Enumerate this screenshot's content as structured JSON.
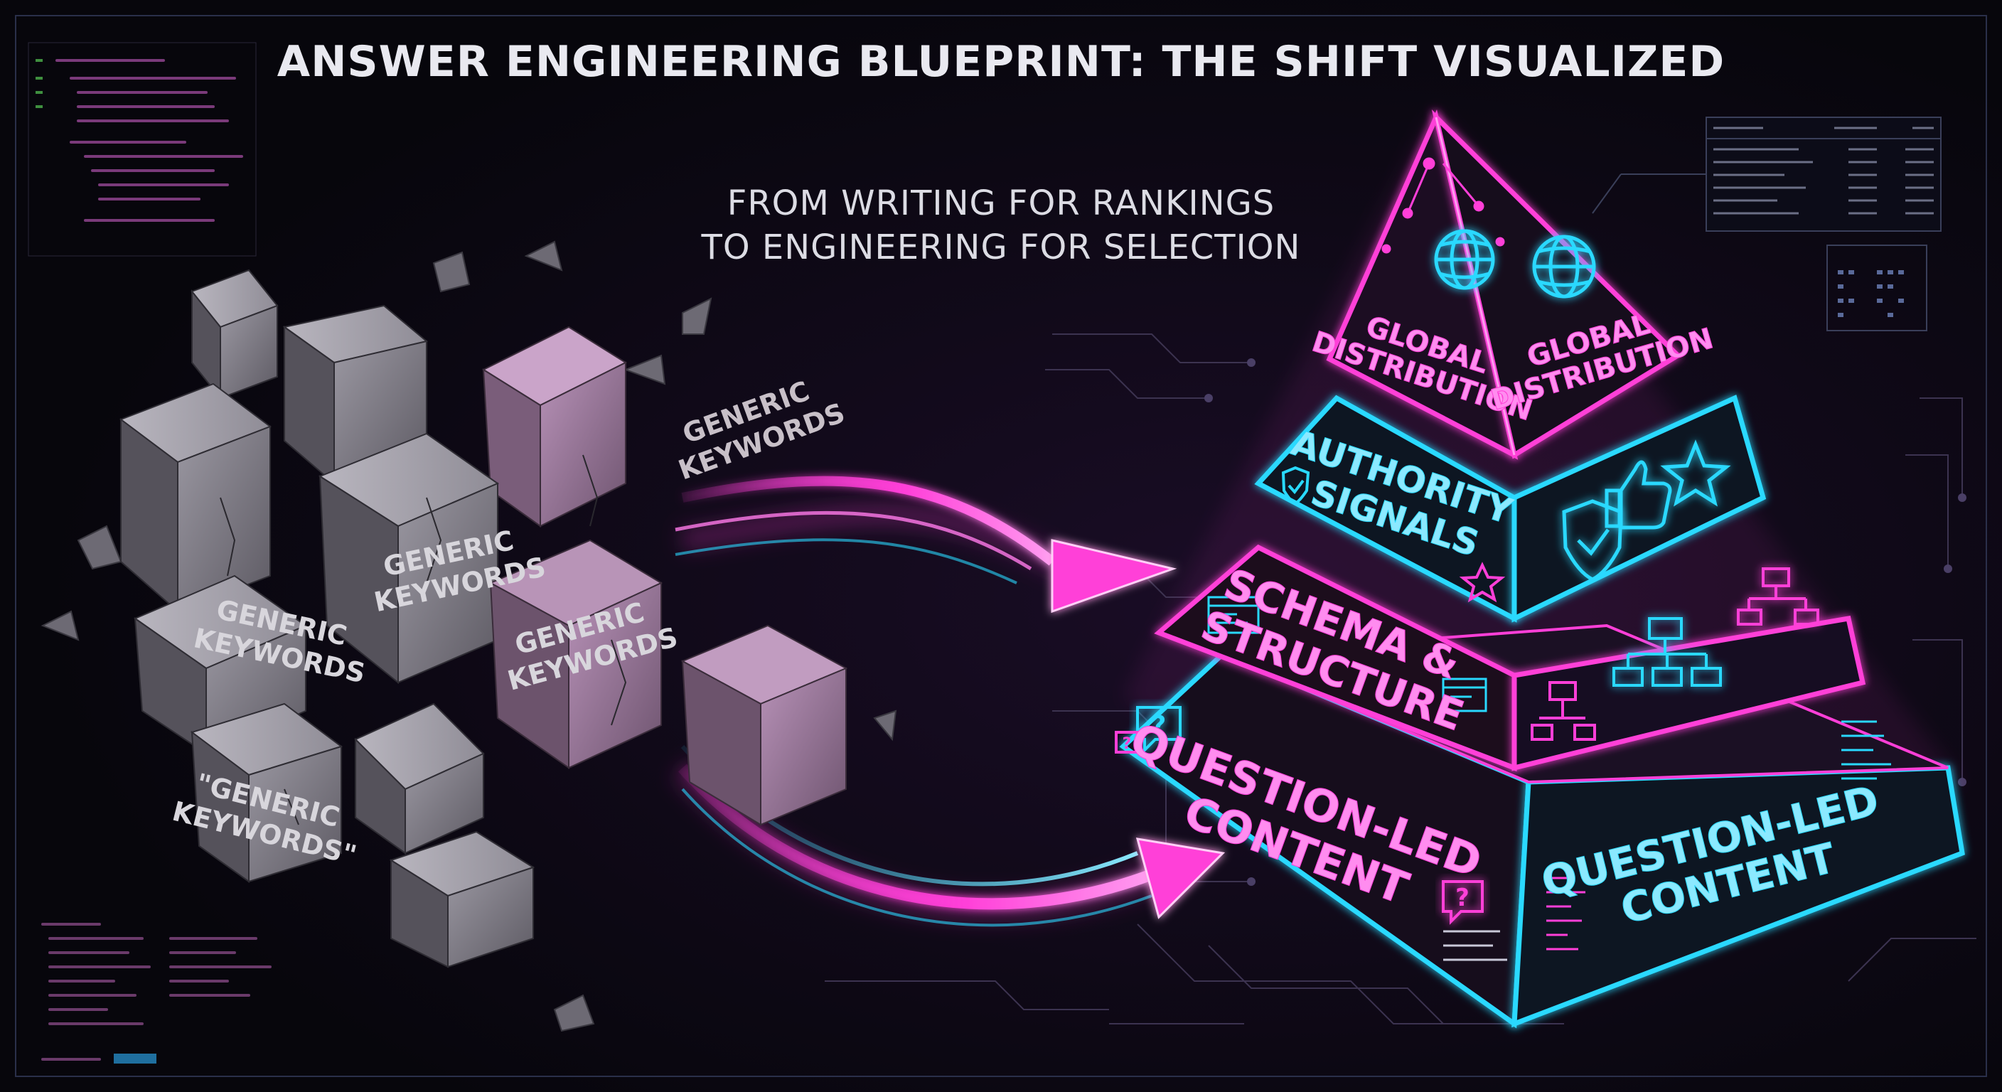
{
  "title": "ANSWER ENGINEERING BLUEPRINT: THE SHIFT VISUALIZED",
  "subtitle": {
    "line1": "FROM WRITING FOR RANKINGS",
    "line2": "TO ENGINEERING FOR SELECTION"
  },
  "blocks": {
    "label_a": [
      "GENERIC",
      "KEYWORDS"
    ],
    "label_b": [
      "GENERIC",
      "KEYWORDS"
    ],
    "label_c": [
      "GENERIC",
      "KEYWORDS"
    ],
    "label_d": [
      "GENERIC",
      "KEYWORDS"
    ],
    "label_e": [
      "\"GENERIC",
      "KEYWORDS\""
    ]
  },
  "pyramid": {
    "tier1": {
      "left": [
        "GLOBAL",
        "DISTRIBUTION"
      ],
      "right": [
        "GLOBAL",
        "DISTRIBUTION"
      ],
      "icon": "globe-icon"
    },
    "tier2": {
      "left": [
        "AUTHORITY",
        "SIGNALS"
      ],
      "icons": [
        "shield-check-icon",
        "thumbs-up-icon",
        "star-icon"
      ]
    },
    "tier3": {
      "left": [
        "SCHEMA &",
        "STRUCTURE"
      ],
      "icons": [
        "code-window-icon",
        "hierarchy-icon"
      ]
    },
    "tier4": {
      "left": [
        "QUESTION-LED",
        "CONTENT"
      ],
      "right": [
        "QUESTION-LED",
        "CONTENT"
      ],
      "icon": "question-bubble-icon"
    }
  },
  "colors": {
    "background": "#07060c",
    "magenta": "#ff3fd8",
    "cyan": "#29d9ff",
    "stone": "#8a8790",
    "text": "#e9e9f0"
  }
}
